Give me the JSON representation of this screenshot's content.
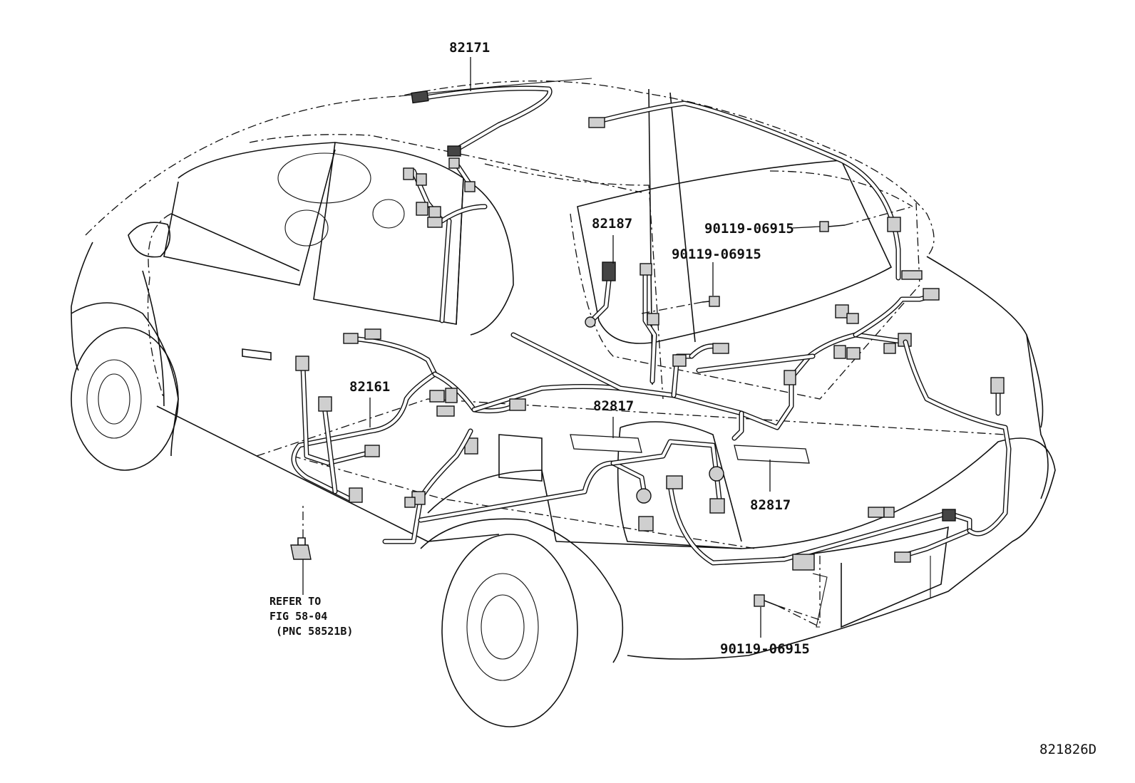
{
  "labels": {
    "roof_harness": "82171",
    "back_door_wire": "82187",
    "floor_wire": "82161",
    "protector_upper": "82817",
    "protector_lower": "82817",
    "bolt_upper": "90119-06915",
    "bolt_middle": "90119-06915",
    "bolt_lower": "90119-06915",
    "refer_line1": "REFER TO",
    "refer_line2": "FIG 58-04",
    "refer_line3": " (PNC 58521B)",
    "figure_code": "821826D"
  }
}
